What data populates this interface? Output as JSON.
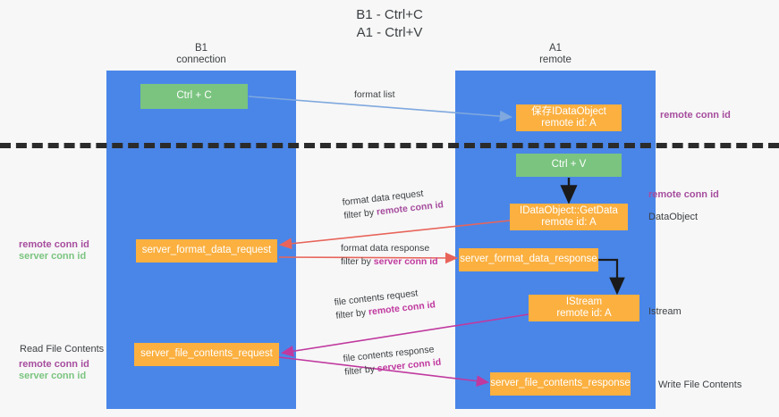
{
  "title": "B1 - Ctrl+C\nA1 - Ctrl+V",
  "lanes": [
    {
      "name": "b1",
      "header": "B1\nconnection",
      "color": "#4a86e8"
    },
    {
      "name": "a1",
      "header": "A1\nremote",
      "color": "#4a86e8"
    }
  ],
  "nodes": {
    "ctrl_c": "Ctrl + C",
    "data_object": "保存IDataObject\nremote id: A",
    "ctrl_v": "Ctrl + V",
    "get_data": "IDataObject::GetData\nremote id: A",
    "server_format_data_request": "server_format_data_request",
    "server_format_data_response": "server_format_data_response",
    "istream": "IStream\nremote id: A",
    "server_file_contents_request": "server_file_contents_request",
    "server_file_contents_response": "server_file_contents_response"
  },
  "edges": {
    "format_list": "format list",
    "format_data_request": "format data request",
    "format_data_request_filter_prefix": "filter by ",
    "format_data_request_filter_value": "remote conn id",
    "format_data_response": "format data response",
    "format_data_response_filter_prefix": "filter by ",
    "format_data_response_filter_value": "server conn id",
    "file_contents_request": "file contents request",
    "file_contents_request_filter_prefix": "filter by ",
    "file_contents_request_filter_value": "remote conn id",
    "file_contents_response": "file contents response",
    "file_contents_response_filter_prefix": "filter by ",
    "file_contents_response_filter_value": "server conn id"
  },
  "annotations": {
    "remote_conn_id_top": "remote conn id",
    "remote_conn_id_mid": "remote conn id",
    "data_object": "DataObject",
    "istream": "Istream",
    "write_file_contents": "Write File Contents",
    "read_file_contents": "Read File Contents",
    "left_pair_1_remote": "remote conn id",
    "left_pair_1_server": "server conn id",
    "left_pair_2_remote": "remote conn id",
    "left_pair_2_server": "server conn id"
  },
  "colors": {
    "lane": "#4a86e8",
    "node_green": "#7ac47f",
    "node_orange": "#fbb040",
    "accent_purple": "#a64d9e",
    "accent_green": "#7ac47f",
    "arrow_blue": "#7fa8de",
    "arrow_red": "#e8645a",
    "arrow_magenta": "#c0399f",
    "arrow_black": "#1a1a1a",
    "divider": "#2b2b2b",
    "background": "#f7f7f7"
  }
}
